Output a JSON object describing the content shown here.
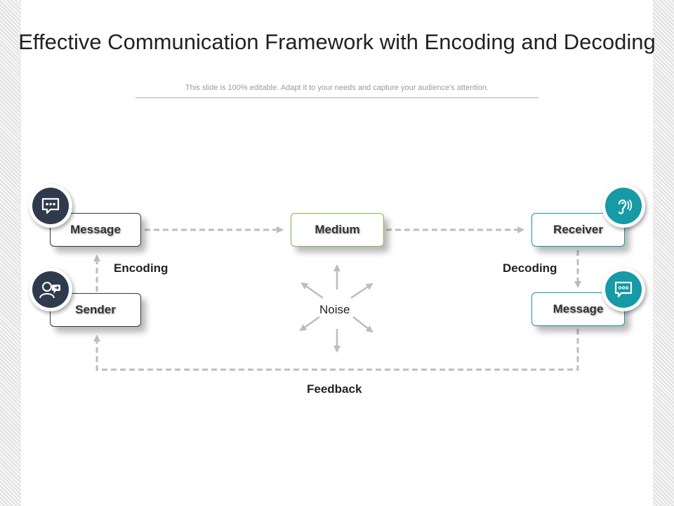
{
  "title": "Effective Communication Framework with Encoding and Decoding",
  "subtitle": "This slide is 100% editable. Adapt it to your needs and capture your audience's attention.",
  "diagram": {
    "nodes": {
      "message_left": "Message",
      "sender": "Sender",
      "medium": "Medium",
      "receiver": "Receiver",
      "message_right": "Message"
    },
    "labels": {
      "encoding": "Encoding",
      "decoding": "Decoding",
      "noise": "Noise",
      "feedback": "Feedback"
    },
    "icons": {
      "message_left": "chat-bubble-icon",
      "sender": "person-speaking-icon",
      "receiver": "ear-icon",
      "message_right": "chat-bubble-icon"
    },
    "colors": {
      "dark_node": "#2f3b4c",
      "teal_node": "#159aa6",
      "medium_border": "#7dbb45",
      "connector": "#bdbdbd"
    }
  }
}
